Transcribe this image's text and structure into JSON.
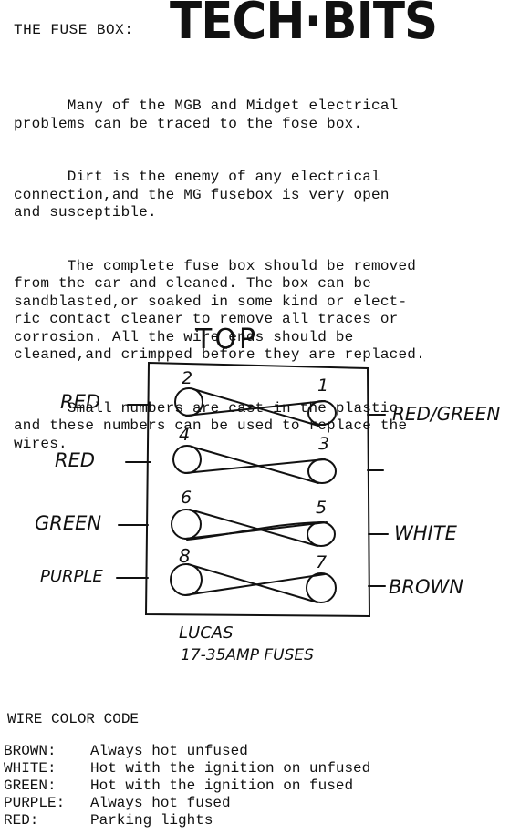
{
  "header": {
    "section_label": "THE FUSE BOX:",
    "title": "TECH·BITS"
  },
  "intro": {
    "paragraphs": [
      "      Many of the MGB and Midget electrical\nproblems can be traced to the fose box.",
      "      Dirt is the enemy of any electrical\nconnection,and the MG fusebox is very open\nand susceptible.",
      "      The complete fuse box should be removed\nfrom the car and cleaned. The box can be\nsandblasted,or soaked in some kind or elect-\nric contact cleaner to remove all traces or\ncorrosion. All the wire ends should be\ncleaned,and crimpped before they are replaced.",
      "      Small numbers are cast in the plastic,\nand these numbers can be used to replace the\nwires."
    ]
  },
  "diagram": {
    "top_label": "TOP",
    "terminals": [
      "2",
      "1",
      "4",
      "3",
      "6",
      "5",
      "8",
      "7"
    ],
    "left_wires": [
      "RED",
      "RED",
      "GREEN",
      "PURPLE"
    ],
    "right_wires": [
      "RED/GREEN",
      "WHITE",
      "BROWN"
    ],
    "maker": "LUCAS",
    "fuse_rating": "17-35AMP FUSES"
  },
  "color_code": {
    "heading": "WIRE COLOR CODE",
    "rows": [
      {
        "color": "BROWN:",
        "meaning": "Always hot unfused"
      },
      {
        "color": "WHITE:",
        "meaning": "Hot with the ignition on unfused"
      },
      {
        "color": "GREEN:",
        "meaning": "Hot with the ignition on fused"
      },
      {
        "color": "PURPLE:",
        "meaning": "Always hot fused"
      },
      {
        "color": "RED:",
        "meaning": "Parking lights"
      }
    ]
  }
}
